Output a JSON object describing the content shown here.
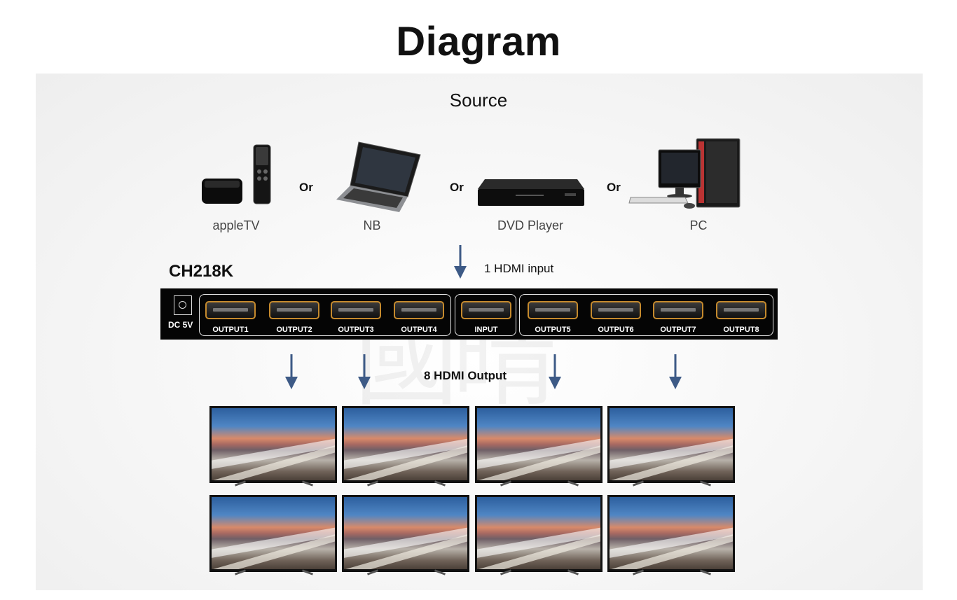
{
  "title": "Diagram",
  "source": {
    "title": "Source",
    "devices": [
      {
        "label": "appleTV",
        "icon": "appletv-icon"
      },
      {
        "label": "NB",
        "icon": "laptop-icon"
      },
      {
        "label": "DVD Player",
        "icon": "dvd-player-icon"
      },
      {
        "label": "PC",
        "icon": "desktop-pc-icon"
      }
    ],
    "separator": "Or"
  },
  "device": {
    "model": "CH218K",
    "input_note": "1 HDMI input",
    "output_note": "8 HDMI Output",
    "power_label": "DC 5V",
    "ports": [
      "OUTPUT1",
      "OUTPUT2",
      "OUTPUT3",
      "OUTPUT4",
      "INPUT",
      "OUTPUT5",
      "OUTPUT6",
      "OUTPUT7",
      "OUTPUT8"
    ]
  },
  "displays": {
    "count": 8,
    "icon": "tv-icon"
  },
  "colors": {
    "arrow": "#3d5a86",
    "port_border": "#c58a2d",
    "device_body": "#050505"
  }
}
